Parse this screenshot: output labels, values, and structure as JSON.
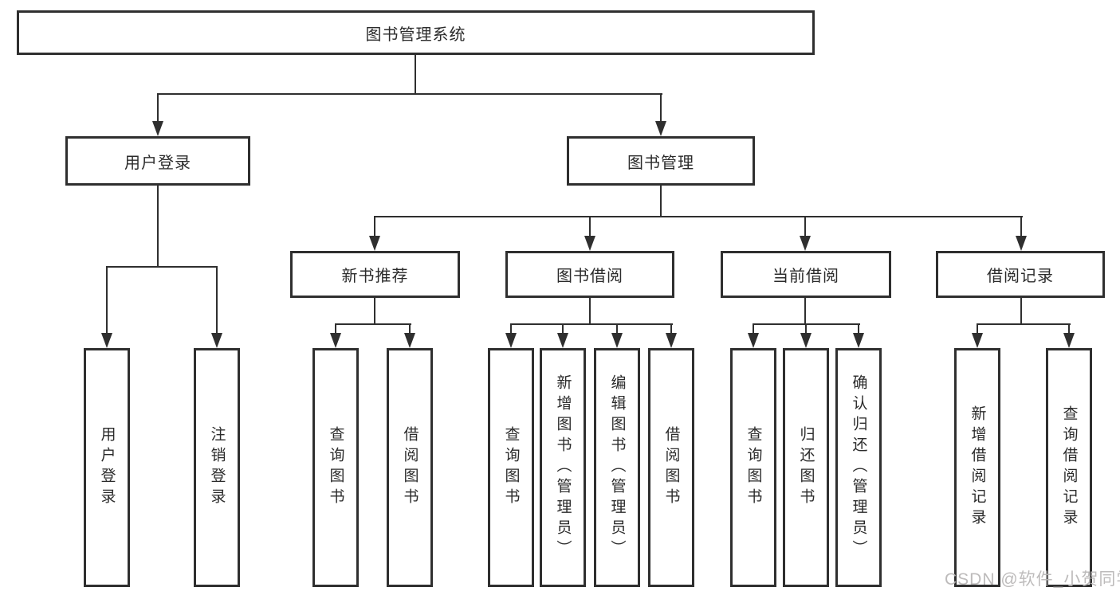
{
  "diagram": {
    "title": "图书管理系统",
    "nodes": {
      "root": "图书管理系统",
      "user_login": "用户登录",
      "book_mgmt": "图书管理",
      "new_book": "新书推荐",
      "book_borrow": "图书借阅",
      "current_borrow": "当前借阅",
      "borrow_records": "借阅记录",
      "leaf_user_login": "用户登录",
      "leaf_logout": "注销登录",
      "leaf_nb_query": "查询图书",
      "leaf_nb_borrow": "借阅图书",
      "leaf_bb_query": "查询图书",
      "leaf_bb_add": "新增图书（管理员）",
      "leaf_bb_edit": "编辑图书（管理员）",
      "leaf_bb_borrow": "借阅图书",
      "leaf_cb_query": "查询图书",
      "leaf_cb_return": "归还图书",
      "leaf_cb_confirm": "确认归还（管理员）",
      "leaf_br_add": "新增借阅记录",
      "leaf_br_query": "查询借阅记录"
    }
  },
  "watermark": "CSDN @软件_小贺同学",
  "colors": {
    "background": "#ffffff",
    "line": "#2f2f2f",
    "text": "#2b2b2b",
    "watermark": "#b9b7b7"
  }
}
